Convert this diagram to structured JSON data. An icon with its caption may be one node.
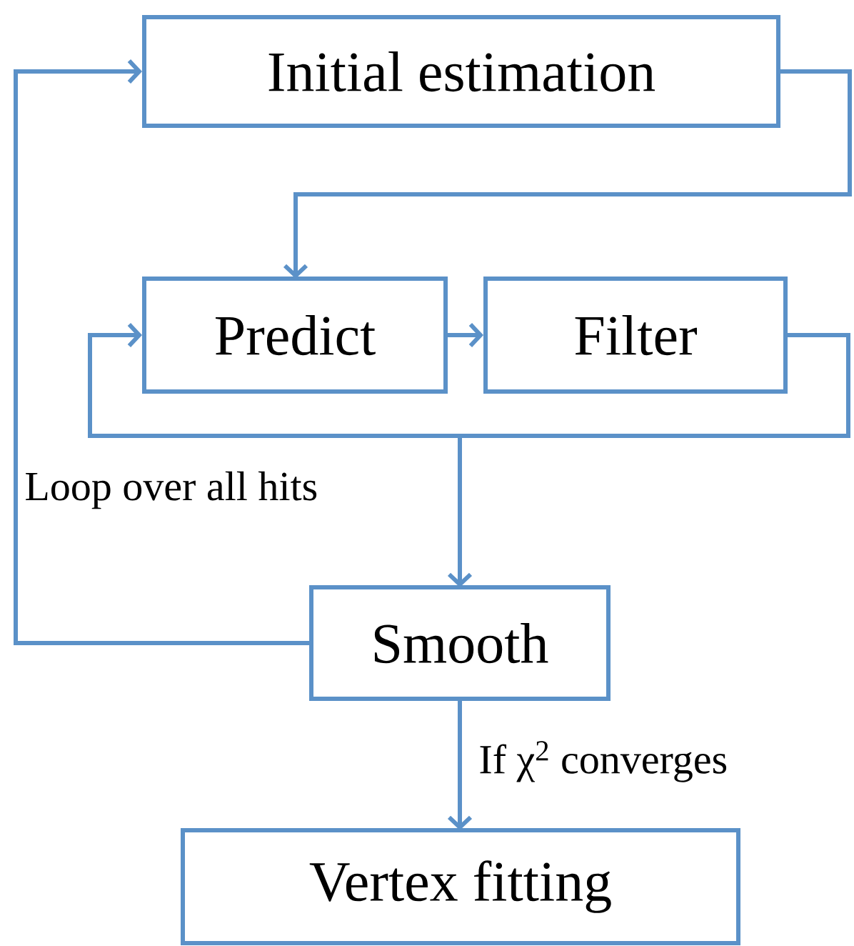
{
  "diagram": {
    "nodes": [
      {
        "text": [
          "Initial  estimation"
        ]
      },
      {
        "text": [
          "Predict"
        ]
      },
      {
        "text": [
          "Filter"
        ]
      },
      {
        "text": [
          "Smooth"
        ]
      },
      {
        "text": [
          "Vertex fitting"
        ]
      }
    ],
    "edges": [
      {
        "from": 0,
        "to": 1,
        "arrow": "to"
      },
      {
        "from": 1,
        "to": 2,
        "arrow": "to"
      },
      {
        "from": 2,
        "to": 1,
        "arrow": "to",
        "label": "Loop over all hits"
      },
      {
        "from": 2,
        "to": 3,
        "arrow": "to"
      },
      {
        "from": 3,
        "to": 0,
        "arrow": "to"
      },
      {
        "from": 3,
        "to": 4,
        "arrow": "to",
        "label": "If χ$^{2}$ converges"
      }
    ]
  }
}
